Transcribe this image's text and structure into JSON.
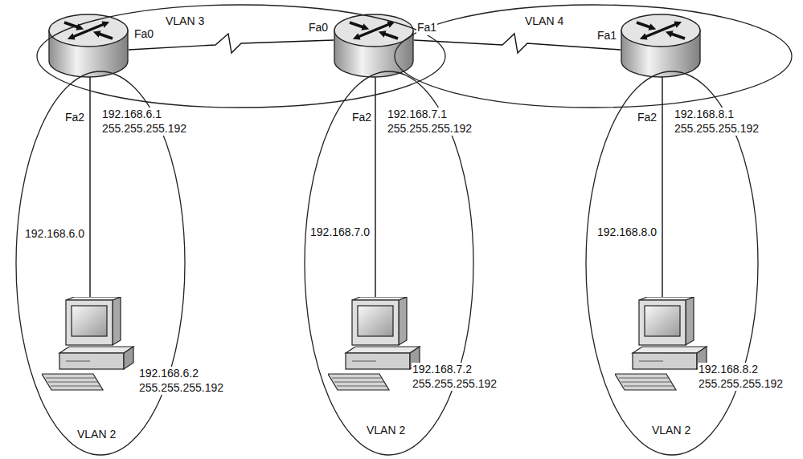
{
  "diagram": {
    "nodes": [
      {
        "text": [
          "VLAN 3"
        ]
      },
      {
        "text": [
          "VLAN 4"
        ]
      },
      {
        "text": [
          "192.168.6.1 255.255.255.192",
          "192.168.6.0",
          "192.168.6.2 255.255.255.192",
          "VLAN 2"
        ]
      },
      {
        "text": [
          "192.168.7.1 255.255.255.192",
          "192.168.7.0",
          "192.168.7.2 255.255.255.192",
          "VLAN 2"
        ]
      },
      {
        "text": [
          "192.168.8.1 255.255.255.192",
          "192.168.8.0",
          "192.168.8.2 255.255.255.192",
          "VLAN 2"
        ]
      }
    ],
    "labels": [
      "Fa0",
      "Fa0",
      "Fa1",
      "Fa1",
      "Fa2",
      "Fa2",
      "Fa2"
    ]
  }
}
